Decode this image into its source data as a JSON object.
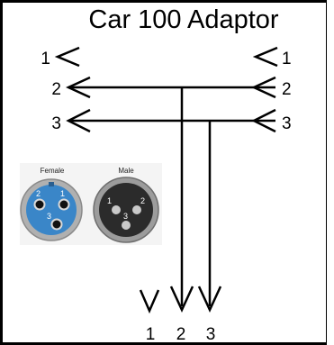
{
  "title": "Car 100 Adaptor",
  "left_pins": [
    "1",
    "2",
    "3"
  ],
  "right_pins": [
    "1",
    "2",
    "3"
  ],
  "bottom_pins": [
    "1",
    "2",
    "3"
  ],
  "connectors": {
    "female": {
      "label": "Female",
      "pins": [
        "2",
        "1",
        "3"
      ],
      "body_color": "#3a86c8"
    },
    "male": {
      "label": "Male",
      "pins": [
        "1",
        "2",
        "3"
      ],
      "body_color": "#2b2b2b"
    }
  },
  "colors": {
    "frame": "#000000",
    "wire": "#000000",
    "background": "#ffffff"
  }
}
